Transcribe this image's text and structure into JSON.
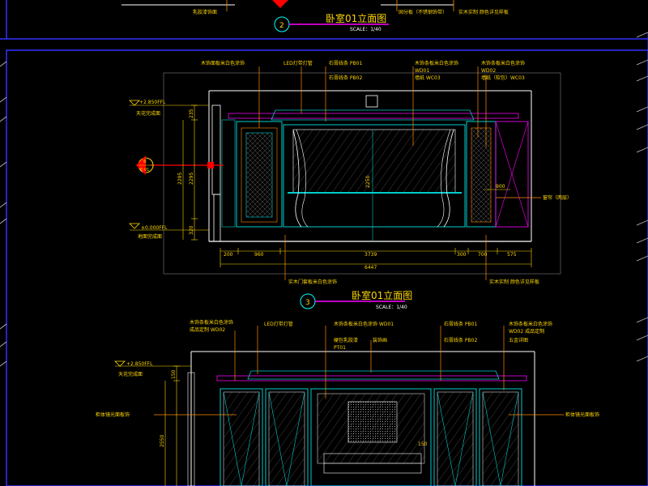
{
  "top_section": {
    "labels": [
      "乳胶漆饰面",
      "固分板（不锈钢饰带）",
      "实木实制 颜色详见样板"
    ],
    "view_number": "2",
    "title": "卧室01立面图",
    "scale": "SCALE：1/40"
  },
  "elev3": {
    "view_number": "3",
    "title": "卧室01立面图",
    "scale": "SCALE：1/40",
    "notes_top": [
      "木饰面板米白色涂饰",
      "LED灯带灯管",
      "石膏线条 PB01",
      "石膏线条 PB02",
      "木饰条板米白色涂饰",
      "WD01",
      "墙纸 WC03",
      "木饰条板米白色涂饰",
      "WD02",
      "墙纸（软包）WC03"
    ],
    "notes_bottom": [
      "实木门套板米白色涂饰",
      "实木实制 颜色详见样板"
    ],
    "right_note": "窗帘（两层）",
    "level_top": "+2.850FFL",
    "level_top_sub": "天花完成面",
    "level_bottom": "±0.000FFL",
    "level_bottom_sub": "地面完成面",
    "section_marker_num": "6",
    "section_marker_label": "E-01",
    "dims_bottom": [
      "200",
      "960",
      "3739",
      "300",
      "700",
      "575"
    ],
    "dim_total": "6447",
    "dims_left": [
      "235",
      "2295",
      "320"
    ],
    "dim_center": "2250",
    "dim_right": "900"
  },
  "elev4": {
    "notes_top": [
      "木饰条板米白色涂饰",
      "成品定制 WD02",
      "LED灯带灯管",
      "木饰条板米白色涂饰 WD01",
      "硬包乳胶漆",
      "PT01",
      "装饰画",
      "石膏线条 PB01",
      "石膏线条 PB02",
      "木饰条板米白色涂饰",
      "WD02 成品定制",
      "五金详图"
    ],
    "left_note": "柜体镜光面板饰",
    "right_note": "柜体镜光面板饰",
    "level_top": "+2.850FFL",
    "level_top_sub": "天花完成面",
    "dims_left": [
      "2550",
      "150"
    ],
    "dim_inner": "150"
  },
  "colors": {
    "background": "#000000",
    "dim_text": "#ffd700",
    "leader": "#ff8c00",
    "outline": "#ffffff",
    "panel": "#00cccc",
    "accent": "#ff00ff",
    "marker": "#ff0000",
    "cyan": "#00ffff",
    "blue": "#3030ff"
  }
}
